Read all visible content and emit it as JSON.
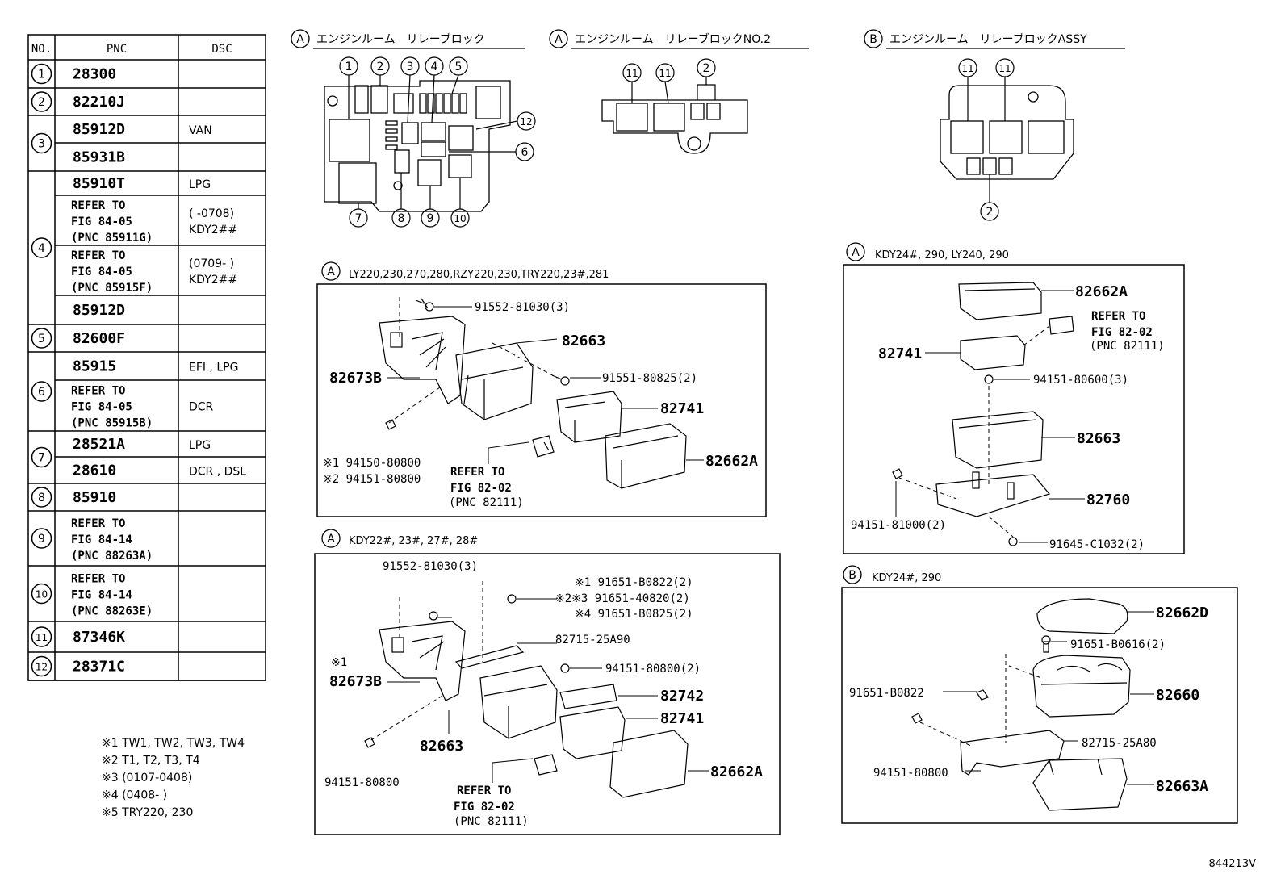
{
  "table": {
    "headers": {
      "no": "NO.",
      "pnc": "PNC",
      "dsc": "DSC"
    },
    "rows": [
      {
        "no": "1",
        "pnc": [
          "28300"
        ],
        "dsc": [
          ""
        ]
      },
      {
        "no": "2",
        "pnc": [
          "82210J"
        ],
        "dsc": [
          ""
        ]
      },
      {
        "no": "3",
        "pnc": [
          "85912D"
        ],
        "dsc": [
          "VAN"
        ]
      },
      {
        "no": "",
        "pnc": [
          "85931B"
        ],
        "dsc": [
          ""
        ]
      },
      {
        "no": "",
        "pnc": [
          "85910T"
        ],
        "dsc": [
          "LPG"
        ]
      },
      {
        "no": "4",
        "pnc": [
          "REFER TO",
          "FIG 84-05",
          "(PNC 85911G)"
        ],
        "dsc": [
          "(      -0708)",
          "KDY2##"
        ]
      },
      {
        "no": "",
        "pnc": [
          "REFER TO",
          "FIG 84-05",
          "(PNC 85915F)"
        ],
        "dsc": [
          "(0709-      )",
          "KDY2##"
        ]
      },
      {
        "no": "",
        "pnc": [
          "85912D"
        ],
        "dsc": [
          ""
        ]
      },
      {
        "no": "5",
        "pnc": [
          "82600F"
        ],
        "dsc": [
          ""
        ]
      },
      {
        "no": "",
        "pnc": [
          "85915"
        ],
        "dsc": [
          "EFI , LPG"
        ]
      },
      {
        "no": "6",
        "pnc": [
          "REFER TO",
          "FIG 84-05",
          "(PNC 85915B)"
        ],
        "dsc": [
          "DCR"
        ]
      },
      {
        "no": "",
        "pnc": [
          "28521A"
        ],
        "dsc": [
          "LPG"
        ]
      },
      {
        "no": "7",
        "pnc": [
          "28610"
        ],
        "dsc": [
          "DCR , DSL"
        ]
      },
      {
        "no": "8",
        "pnc": [
          "85910"
        ],
        "dsc": [
          ""
        ]
      },
      {
        "no": "9",
        "pnc": [
          "REFER TO",
          "FIG 84-14",
          "(PNC 88263A)"
        ],
        "dsc": [
          ""
        ]
      },
      {
        "no": "10",
        "pnc": [
          "REFER TO",
          "FIG 84-14",
          "(PNC 88263E)"
        ],
        "dsc": [
          ""
        ]
      },
      {
        "no": "11",
        "pnc": [
          "87346K"
        ],
        "dsc": [
          ""
        ]
      },
      {
        "no": "12",
        "pnc": [
          "28371C"
        ],
        "dsc": [
          ""
        ]
      }
    ]
  },
  "top_views": [
    {
      "marker": "A",
      "title": "エンジンルーム　リレーブロック"
    },
    {
      "marker": "A",
      "title": "エンジンルーム　リレーブロックNO.2"
    },
    {
      "marker": "B",
      "title": "エンジンルーム　リレーブロックASSY"
    }
  ],
  "callouts_a1": [
    "1",
    "2",
    "3",
    "4",
    "5",
    "12",
    "6",
    "7",
    "8",
    "9",
    "10"
  ],
  "callouts_a2": [
    "11",
    "11",
    "2"
  ],
  "callouts_b": [
    "11",
    "11",
    "2"
  ],
  "panels": {
    "p1": {
      "marker": "A",
      "title": "LY220,230,270,280,RZY220,230,TRY220,23#,281",
      "labels": [
        "91552-81030(3)",
        "82663",
        "82673B",
        "91551-80825(2)",
        "82741",
        "82662A",
        "※1 94150-80800",
        "※2 94151-80800",
        "REFER TO",
        "FIG 82-02",
        "(PNC 82111)"
      ]
    },
    "p2": {
      "marker": "A",
      "title": "KDY22#, 23#, 27#, 28#",
      "labels": [
        "91552-81030(3)",
        "※1 91651-B0822(2)",
        "※2※3 91651-40820(2)",
        "※4 91651-B0825(2)",
        "82715-25A90",
        "94151-80800(2)",
        "※1",
        "82673B",
        "82742",
        "82741",
        "82663",
        "94151-80800",
        "82662A",
        "REFER TO",
        "FIG 82-02",
        "(PNC 82111)"
      ]
    },
    "p3": {
      "marker": "A",
      "title": "KDY24#, 290, LY240, 290",
      "labels": [
        "82662A",
        "REFER TO",
        "FIG 82-02",
        "(PNC 82111)",
        "82741",
        "94151-80600(3)",
        "82663",
        "82760",
        "94151-81000(2)",
        "91645-C1032(2)"
      ]
    },
    "p4": {
      "marker": "B",
      "title": "KDY24#, 290",
      "labels": [
        "82662D",
        "91651-B0616(2)",
        "91651-B0822",
        "82660",
        "82715-25A80",
        "94151-80800",
        "82663A"
      ]
    }
  },
  "footnotes": [
    "※1  TW1, TW2, TW3, TW4",
    "※2  T1, T2, T3, T4",
    "※3  (0107-0408)",
    "※4  (0408-      )",
    "※5  TRY220, 230"
  ],
  "figure_code": "844213V"
}
